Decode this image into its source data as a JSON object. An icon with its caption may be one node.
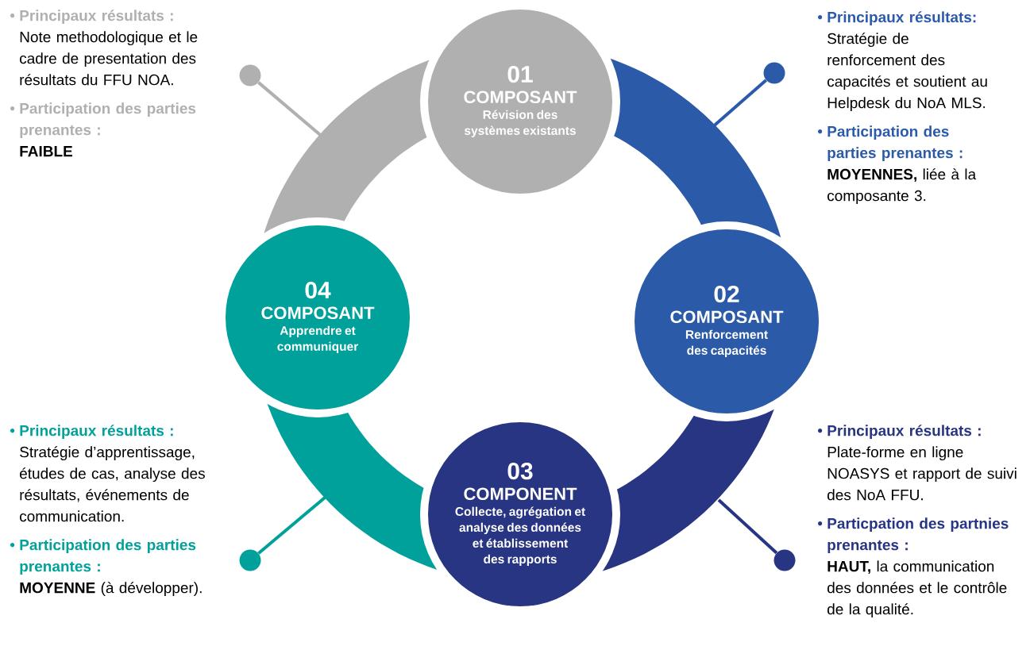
{
  "diagram": {
    "nodes": [
      {
        "text": [
          "01",
          "COMPOSANT",
          "Révision des systèmes existants"
        ]
      },
      {
        "text": [
          "02",
          "COMPOSANT",
          "Renforcement des capacités"
        ]
      },
      {
        "text": [
          "03",
          "COMPONENT",
          "Collecte, agrégation et analyse des données et établissement des rapports"
        ]
      },
      {
        "text": [
          "04",
          "COMPOSANT",
          "Apprendre et communiquer"
        ]
      },
      {
        "text": [
          "Principaux résultats :",
          "Note methodologique et le cadre de presentation des résultats du FFU NOA.",
          "Participation des parties prenantes :",
          "FAIBLE"
        ]
      },
      {
        "text": [
          "Principaux résultats:",
          "Stratégie de renforcement des capacités et soutient au Helpdesk du NoA MLS.",
          "Participation des parties prenantes :",
          "**MOYENNES,** liée à la composante 3."
        ]
      },
      {
        "text": [
          "Principaux résultats :",
          "Stratégie d’apprentissage, études de cas, analyse des résultats, événements de communication.",
          "Participation des parties prenantes :",
          "**MOYENNE** (à développer)."
        ]
      },
      {
        "text": [
          "Principaux résultats :",
          "Plate-forme en ligne NOASYS et rapport de suivi des NoA FFU.",
          "Particpation des partnies prenantes :",
          "**HAUT,** la communication des données et le contrôle de la qualité."
        ]
      },
      {
        "text": [],
        "shape": "circle"
      },
      {
        "text": [],
        "shape": "circle"
      },
      {
        "text": [],
        "shape": "circle"
      },
      {
        "text": [],
        "shape": "circle"
      }
    ],
    "edges": [
      {
        "from": 8,
        "to": null,
        "arrow": "none",
        "color": "#b0b0b0"
      },
      {
        "from": 9,
        "to": null,
        "arrow": "none",
        "color": "#2b5ba8"
      },
      {
        "from": 10,
        "to": null,
        "arrow": "none",
        "color": "#00a19a"
      },
      {
        "from": 11,
        "to": null,
        "arrow": "none",
        "color": "#283583"
      }
    ]
  }
}
